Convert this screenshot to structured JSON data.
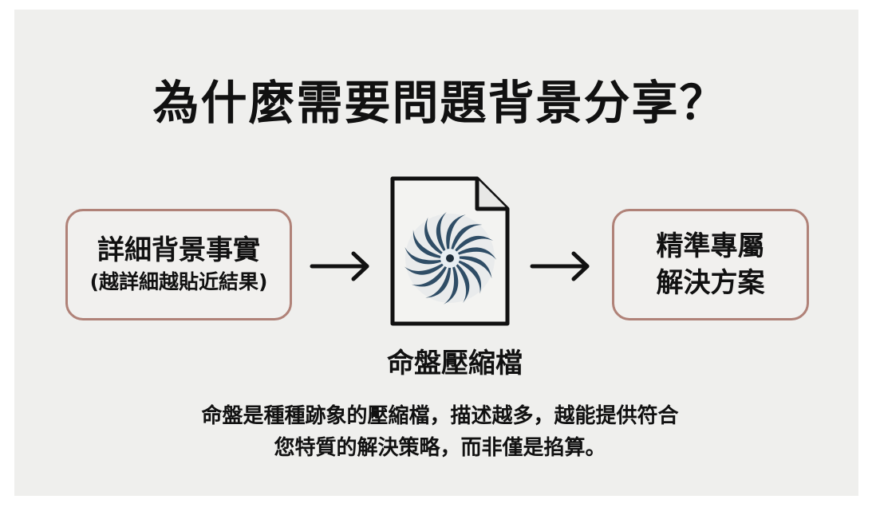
{
  "title": "為什麼需要問題背景分享？",
  "left_box": {
    "line1": "詳細背景事實",
    "line2": "(越詳細越貼近結果)"
  },
  "center": {
    "icon": "document-spiral-icon",
    "label": "命盤壓縮檔"
  },
  "right_box": {
    "line1": "精準專屬",
    "line2": "解決方案"
  },
  "arrows": [
    "arrow-right-icon",
    "arrow-right-icon"
  ],
  "description": {
    "line1": "命盤是種種跡象的壓縮檔，描述越多，越能提供符合",
    "line2": "您特質的解決策略，而非僅是掐算。"
  },
  "colors": {
    "background": "#efefed",
    "box_border": "#b08278",
    "spiral": "#2f4d66",
    "text": "#111111"
  }
}
